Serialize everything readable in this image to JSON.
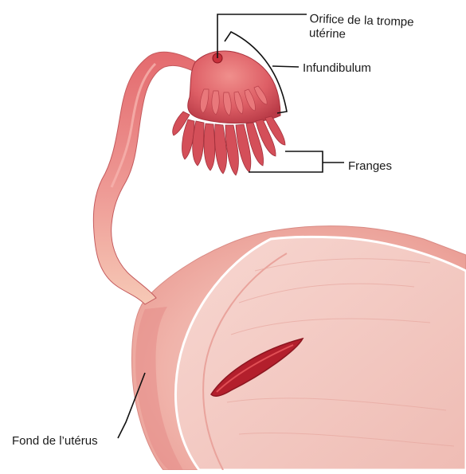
{
  "labels": {
    "orifice_line1": "Orifice de la trompe",
    "orifice_line2": "utérine",
    "infundibulum": "Infundibulum",
    "franges": "Franges",
    "fond_uterus": "Fond de l’utérus"
  },
  "colors": {
    "tube": "#e26a6e",
    "tube_dark": "#b83a44",
    "fimbriae": "#d9505a",
    "uterus_outer": "#f1a9a3",
    "uterus_inner": "#f4c6c0",
    "cavity": "#b31f2c",
    "leader_lines": "#111111"
  }
}
